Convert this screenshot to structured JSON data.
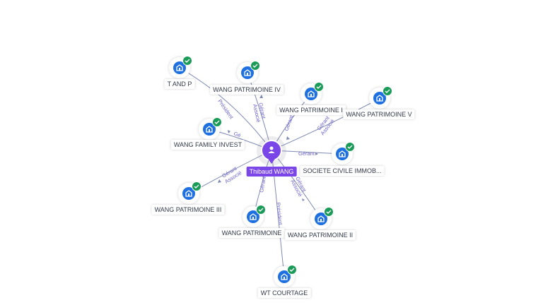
{
  "center": {
    "name": "Thibaud WANG",
    "icon": "person-icon",
    "color": "#7b46e8"
  },
  "nodes": [
    {
      "id": "t-and-p",
      "label": "T AND P"
    },
    {
      "id": "wang-patrimoine-iv",
      "label": "WANG PATRIMOINE IV"
    },
    {
      "id": "wang-patrimoine-i",
      "label": "WANG PATRIMOINE I"
    },
    {
      "id": "wang-patrimoine-v",
      "label": "WANG PATRIMOINE V"
    },
    {
      "id": "wang-family-invest",
      "label": "WANG FAMILY INVEST"
    },
    {
      "id": "societe-civile-immob",
      "label": "SOCIETE CIVILE IMMOB..."
    },
    {
      "id": "wang-patrimoine-iii",
      "label": "WANG PATRIMOINE III"
    },
    {
      "id": "wang-patrimoine",
      "label": "WANG PATRIMOINE"
    },
    {
      "id": "wang-patrimoine-ii",
      "label": "WANG PATRIMOINE II"
    },
    {
      "id": "wt-courtage",
      "label": "WT COURTAGE"
    }
  ],
  "edge_labels": {
    "t_and_p": "Président",
    "iv_role1": "Gérant",
    "iv_role2": "Associé",
    "i_role": "Gérant",
    "v_role1": "Gérant",
    "v_role2": "Associé",
    "family_role": "Gé",
    "societe_role": "Gérant",
    "iii_role1": "Gérant",
    "iii_role2": "Associé",
    "wp_role": "Gérant",
    "ii_role1": "Gérant",
    "ii_role2": "Associé",
    "wt_role": "Président"
  },
  "colors": {
    "company": "#1e6fe0",
    "verified": "#1a9b57",
    "edge": "#7f8ab3",
    "edge_label": "#6b63c9"
  },
  "icons": {
    "company": "building-icon",
    "verified": "check-badge-icon"
  }
}
